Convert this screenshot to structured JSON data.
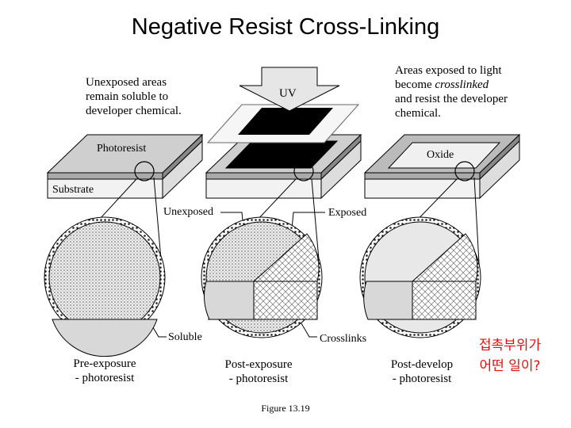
{
  "title": "Negative Resist Cross-Linking",
  "labels": {
    "unexposed_note": [
      "Unexposed areas",
      "remain soluble to",
      "developer chemical."
    ],
    "exposed_note_line1": "Areas exposed to light",
    "exposed_note_line2_prefix": "become ",
    "exposed_note_line2_italic": "crosslinked",
    "exposed_note_line3": "and resist the developer",
    "exposed_note_line4": "chemical.",
    "uv": "UV",
    "photoresist": "Photoresist",
    "oxide": "Oxide",
    "substrate": "Substrate",
    "unexposed": "Unexposed",
    "exposed": "Exposed",
    "soluble": "Soluble",
    "crosslinks": "Crosslinks"
  },
  "captions": {
    "pre": [
      "Pre-exposure",
      "- photoresist"
    ],
    "post_exposure": [
      "Post-exposure",
      "- photoresist"
    ],
    "post_develop": [
      "Post-develop",
      "- photoresist"
    ]
  },
  "figure": "Figure 13.19",
  "korean_note": [
    "접촉부위가",
    "어떤 일이?"
  ],
  "colors": {
    "korean_text": "#e01010",
    "mask_black": "#000000",
    "stipple": "#d8d8d8",
    "substrate": "#f2f2f2"
  }
}
